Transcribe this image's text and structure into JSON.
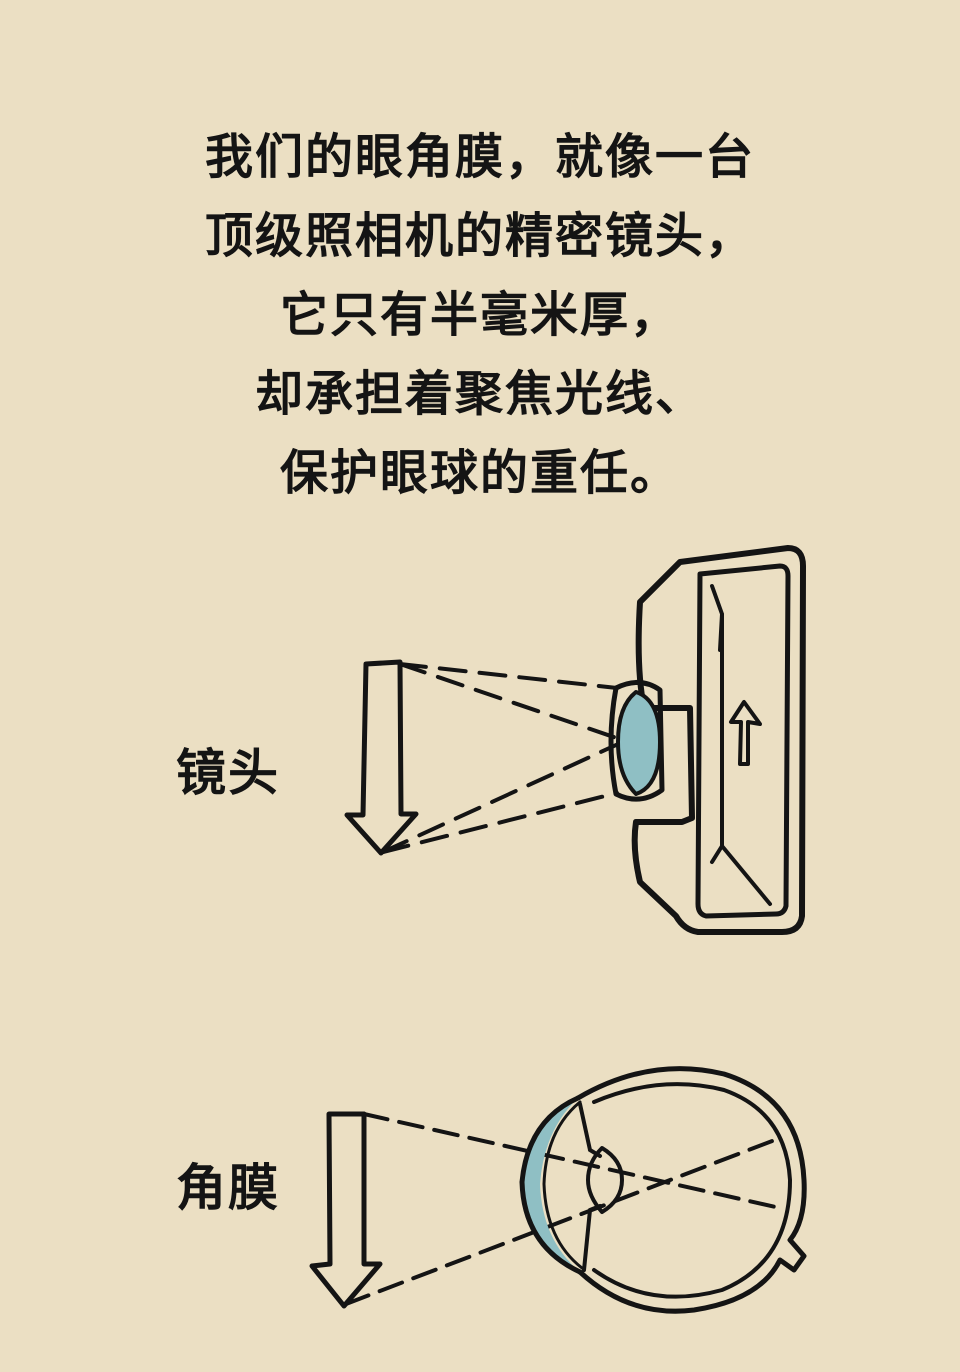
{
  "headline": {
    "lines": [
      "我们的眼角膜，就像一台",
      "顶级照相机的精密镜头，",
      "它只有半毫米厚，",
      "却承担着聚焦光线、",
      "保护眼球的重任。"
    ]
  },
  "labels": {
    "lens": "镜头",
    "cornea": "角膜"
  },
  "colors": {
    "background": "#ebdfc3",
    "ink": "#141414",
    "lens_fill": "#8fbfc4"
  }
}
